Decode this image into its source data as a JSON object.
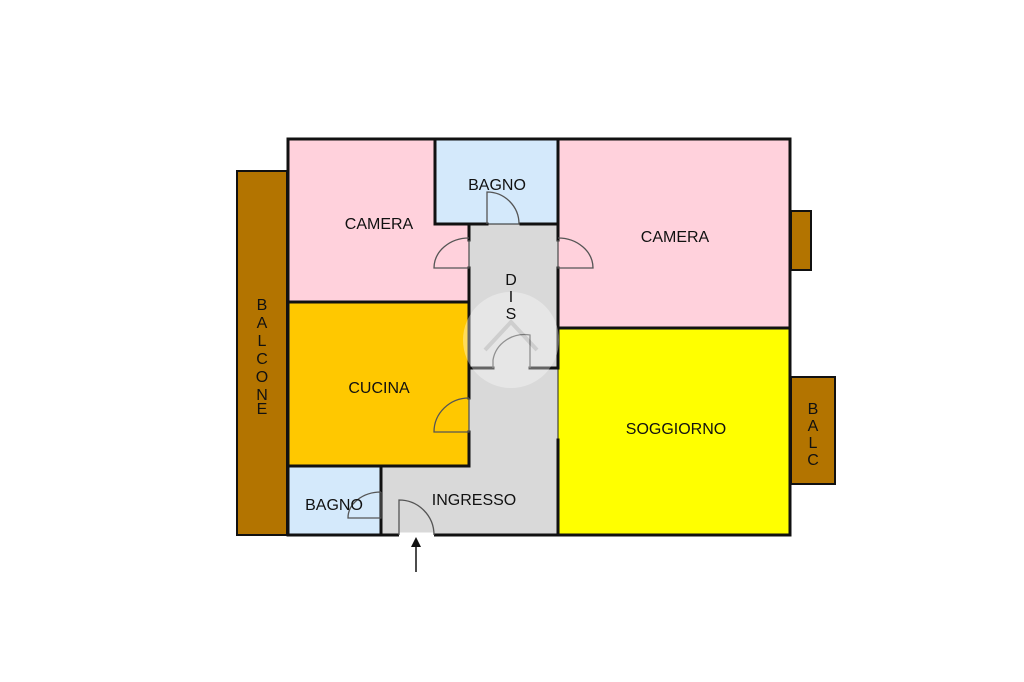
{
  "rooms": {
    "camera_left": "CAMERA",
    "bagno_top": "BAGNO",
    "camera_right": "CAMERA",
    "dis": [
      "D",
      "I",
      "S"
    ],
    "cucina": "CUCINA",
    "soggiorno": "SOGGIORNO",
    "bagno_bottom": "BAGNO",
    "ingresso": "INGRESSO"
  },
  "balconies": {
    "left": [
      "B",
      "A",
      "L",
      "C",
      "O",
      "N",
      "E"
    ],
    "right": [
      "B",
      "A",
      "L",
      "C"
    ]
  },
  "colors": {
    "camera": "#ffd1dc",
    "bagno": "#d4e9fb",
    "cucina": "#ffc800",
    "soggiorno": "#ffff00",
    "corridor": "#d9d9d9",
    "balcony": "#b37400"
  },
  "icons": {
    "entrance": "entrance-arrow-icon",
    "watermark": "house-watermark-icon"
  }
}
